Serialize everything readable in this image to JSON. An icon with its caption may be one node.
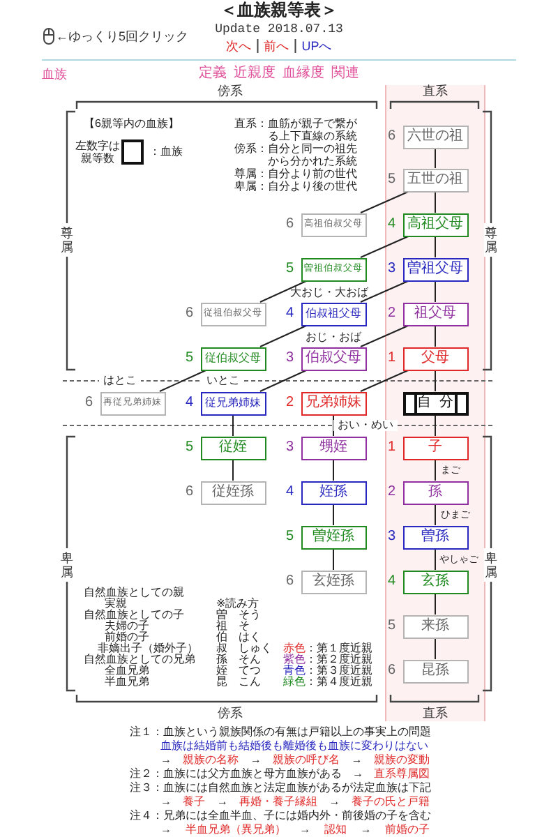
{
  "diagram": {
    "title": "＜血族親等表＞",
    "nodes": [
      {
        "text": [
          "六世の祖"
        ],
        "beside": [
          "6"
        ]
      },
      {
        "text": [
          "五世の祖"
        ],
        "beside": [
          "5"
        ]
      },
      {
        "text": [
          "高祖伯叔父母"
        ],
        "beside": [
          "6"
        ]
      },
      {
        "text": [
          "高祖父母"
        ],
        "beside": [
          "4"
        ]
      },
      {
        "text": [
          "曽祖伯叔父母"
        ],
        "beside": [
          "5"
        ]
      },
      {
        "text": [
          "曽祖父母"
        ],
        "beside": [
          "3"
        ]
      },
      {
        "text": [
          "従祖伯叔父母"
        ],
        "beside": [
          "6"
        ]
      },
      {
        "text": [
          "伯叔祖父母"
        ],
        "beside": [
          "4",
          "大おじ・大おば"
        ]
      },
      {
        "text": [
          "祖父母"
        ],
        "beside": [
          "2"
        ]
      },
      {
        "text": [
          "従伯叔父母"
        ],
        "beside": [
          "5"
        ]
      },
      {
        "text": [
          "伯叔父母"
        ],
        "beside": [
          "3",
          "おじ・おば"
        ]
      },
      {
        "text": [
          "父母"
        ],
        "beside": [
          "1"
        ]
      },
      {
        "text": [
          "再従兄弟姉妹"
        ],
        "beside": [
          "6",
          "はとこ"
        ]
      },
      {
        "text": [
          "従兄弟姉妹"
        ],
        "beside": [
          "4",
          "いとこ"
        ]
      },
      {
        "text": [
          "兄弟姉妹"
        ],
        "beside": [
          "2"
        ]
      },
      {
        "text": [
          "自分"
        ]
      },
      {
        "text": [
          "従姪"
        ],
        "beside": [
          "5"
        ]
      },
      {
        "text": [
          "甥姪"
        ],
        "beside": [
          "3",
          "おい・めい"
        ]
      },
      {
        "text": [
          "子"
        ],
        "beside": [
          "1"
        ]
      },
      {
        "text": [
          "従姪孫"
        ],
        "beside": [
          "6"
        ]
      },
      {
        "text": [
          "姪孫"
        ],
        "beside": [
          "4"
        ]
      },
      {
        "text": [
          "孫"
        ],
        "beside": [
          "2",
          "まご"
        ]
      },
      {
        "text": [
          "曽姪孫"
        ],
        "beside": [
          "5"
        ]
      },
      {
        "text": [
          "曽孫"
        ],
        "beside": [
          "3",
          "ひまご"
        ]
      },
      {
        "text": [
          "玄姪孫"
        ],
        "beside": [
          "6"
        ]
      },
      {
        "text": [
          "玄孫"
        ],
        "beside": [
          "4",
          "やしゃご"
        ]
      },
      {
        "text": [
          "来孫"
        ],
        "beside": [
          "5"
        ]
      },
      {
        "text": [
          "昆孫"
        ],
        "beside": [
          "6"
        ]
      }
    ],
    "edges": [
      {
        "from": 0,
        "to": 1,
        "arrow": "none"
      },
      {
        "from": 1,
        "to": 3,
        "arrow": "none"
      },
      {
        "from": 3,
        "to": 5,
        "arrow": "none"
      },
      {
        "from": 5,
        "to": 8,
        "arrow": "none"
      },
      {
        "from": 8,
        "to": 11,
        "arrow": "none"
      },
      {
        "from": 11,
        "to": 15,
        "arrow": "none"
      },
      {
        "from": 15,
        "to": 18,
        "arrow": "none"
      },
      {
        "from": 18,
        "to": 21,
        "arrow": "none"
      },
      {
        "from": 21,
        "to": 23,
        "arrow": "none"
      },
      {
        "from": 23,
        "to": 25,
        "arrow": "none"
      },
      {
        "from": 25,
        "to": 26,
        "arrow": "none"
      },
      {
        "from": 26,
        "to": 27,
        "arrow": "none"
      },
      {
        "from": 1,
        "to": 2,
        "arrow": "none"
      },
      {
        "from": 3,
        "to": 4,
        "arrow": "none"
      },
      {
        "from": 5,
        "to": 7,
        "arrow": "none"
      },
      {
        "from": 8,
        "to": 10,
        "arrow": "none"
      },
      {
        "from": 11,
        "to": 14,
        "arrow": "none"
      },
      {
        "from": 4,
        "to": 6,
        "arrow": "none"
      },
      {
        "from": 7,
        "to": 9,
        "arrow": "none"
      },
      {
        "from": 10,
        "to": 13,
        "arrow": "none"
      },
      {
        "from": 9,
        "to": 12,
        "arrow": "none"
      },
      {
        "from": 14,
        "to": 17,
        "arrow": "none"
      },
      {
        "from": 17,
        "to": 20,
        "arrow": "none"
      },
      {
        "from": 20,
        "to": 22,
        "arrow": "none"
      },
      {
        "from": 22,
        "to": 24,
        "arrow": "none"
      },
      {
        "from": 13,
        "to": 16,
        "arrow": "none"
      },
      {
        "from": 16,
        "to": 19,
        "arrow": "none"
      }
    ],
    "labels": [
      "←ゆっくり5回クリック",
      "Update 2018.07.13",
      "次へ",
      "前へ",
      "UPへ",
      "血族",
      "定義",
      "近親度",
      "血縁度",
      "関連",
      "傍系",
      "直系",
      "【6親等内の血族】",
      "左数字は親等数",
      "直系：血筋が親子で繋がる上下直線の系統",
      "傍系：自分と同一の祖先から分かれた系統",
      "尊属：自分より前の世代",
      "卑属：自分より後の世代",
      "尊属",
      "尊属",
      "卑属",
      "卑属",
      "自然血族としての親",
      "実親",
      "自然血族としての子",
      "夫婦の子",
      "前婚の子",
      "非嫡出子（婚外子）",
      "自然血族としての兄弟",
      "全血兄弟",
      "半血兄弟",
      "※読み方",
      "曽　そう",
      "祖　そ",
      "伯　はく",
      "叔　しゅく",
      "孫　そん",
      "姪　てつ",
      "昆　こん",
      "傍系",
      "直系",
      "注１：血族という親族関係の有無は戸籍以上の事実上の問題",
      "血族は結婚前も結婚後も離婚後も血族に変わりはない",
      "→",
      "親族の名称",
      "→",
      "親族の呼び名",
      "→",
      "親族の変動",
      "注２：血族には父方血族と母方血族がある",
      "→",
      "直系尊属図",
      "注３：血族には自然血族と法定血族があるが法定血族は下記",
      "→",
      "養子",
      "→",
      "再婚・養子縁組",
      "→",
      "養子の氏と戸籍",
      "注４：兄弟には全血半血、子には婚内外・前後婚の子を含む",
      "→",
      "半血兄弟（異兄弟）",
      "→",
      "認知",
      "→",
      "前婚の子"
    ],
    "legend": [
      {
        "text": "：血族"
      },
      {
        "text": "赤色：第１度近親",
        "color": "#e02828"
      },
      {
        "text": "紫色：第２度近親",
        "color": "#9030a0"
      },
      {
        "text": "青色：第３度近親",
        "color": "#2828c0"
      },
      {
        "text": "緑色：第４度近親",
        "color": "#208a20"
      }
    ]
  }
}
